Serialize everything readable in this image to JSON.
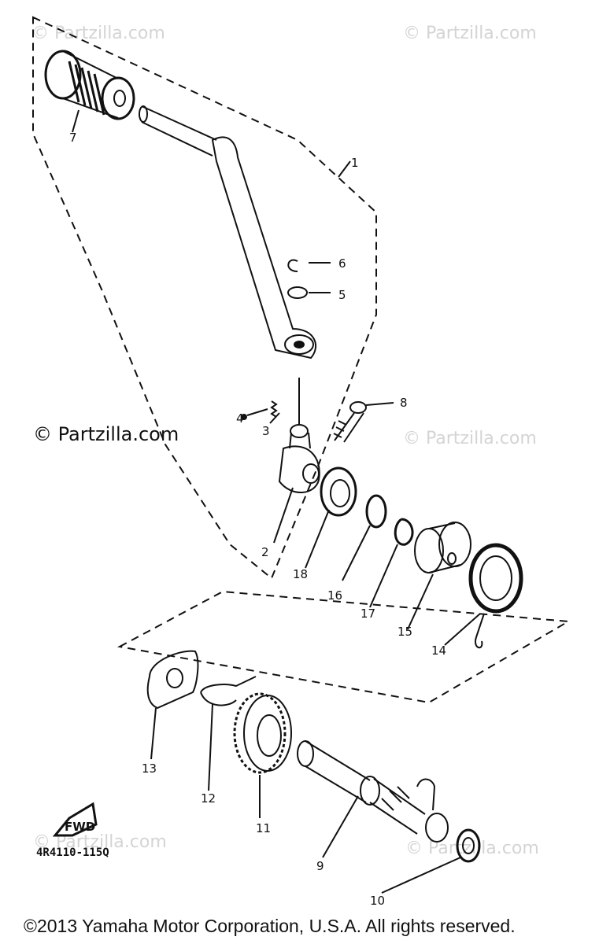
{
  "watermarks": [
    "© Partzilla.com",
    "© Partzilla.com",
    "© Partzilla.com",
    "© Partzilla.com",
    "© Partzilla.com"
  ],
  "watermark_dark": "© Partzilla.com",
  "diagram_code": "4R4110-115Q",
  "fwd_label": "FWD",
  "copyright": "©2013 Yamaha Motor Corporation, U.S.A. All rights reserved.",
  "callouts": [
    "1",
    "2",
    "3",
    "4",
    "5",
    "6",
    "7",
    "8",
    "9",
    "10",
    "11",
    "12",
    "13",
    "14",
    "15",
    "16",
    "17",
    "18"
  ]
}
